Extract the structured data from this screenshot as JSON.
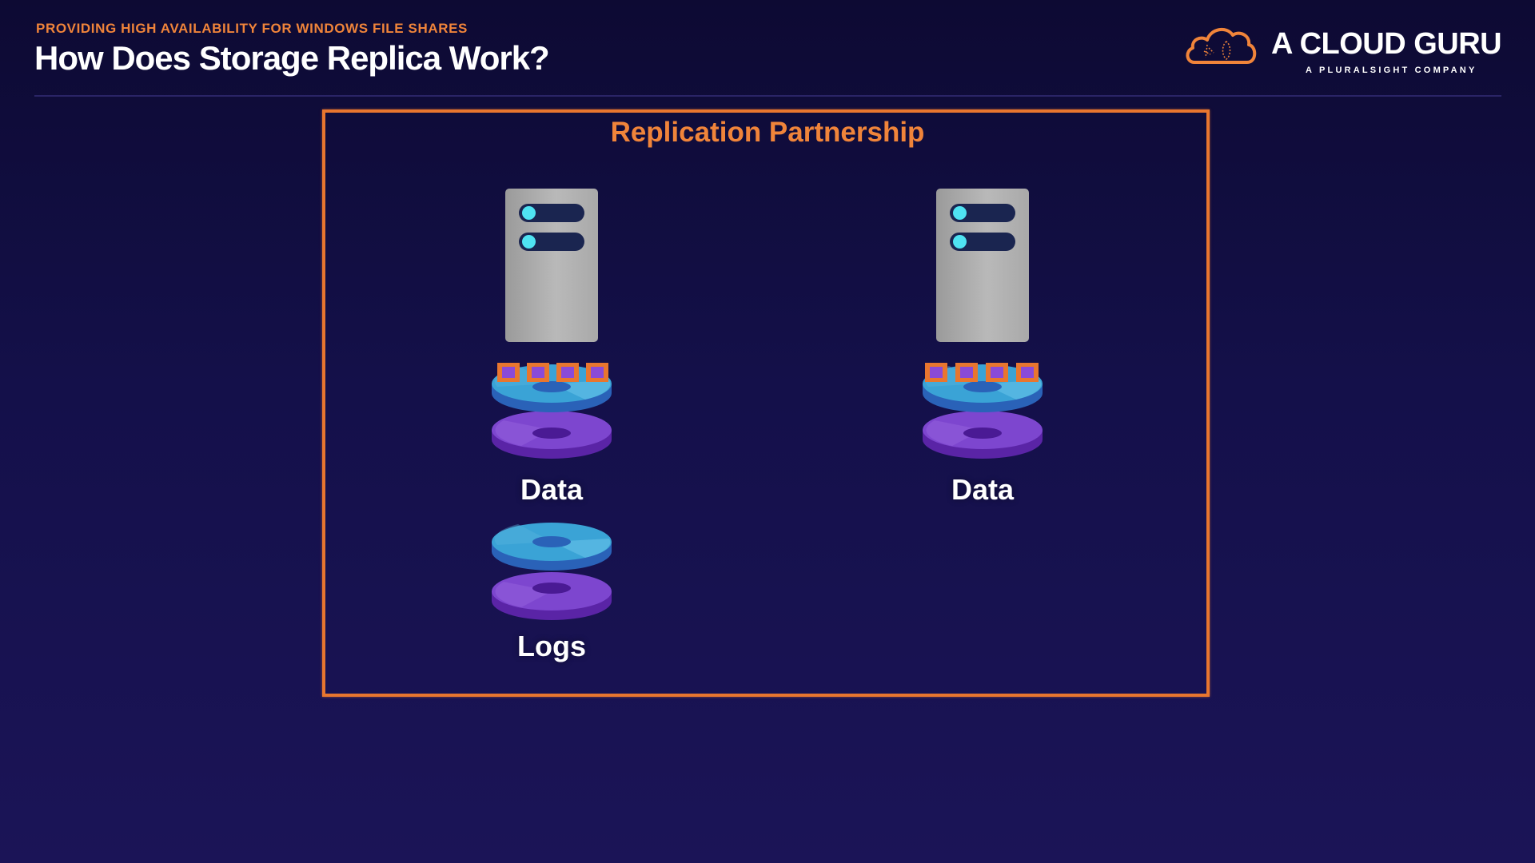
{
  "header": {
    "subtitle": "PROVIDING HIGH AVAILABILITY FOR WINDOWS FILE SHARES",
    "title": "How Does Storage Replica Work?"
  },
  "logo": {
    "name": "A CLOUD GURU",
    "tagline": "A PLURALSIGHT COMPANY"
  },
  "diagram": {
    "partnership_label": "Replication Partnership",
    "left_node": {
      "data_label": "Data",
      "logs_label": "Logs"
    },
    "right_node": {
      "data_label": "Data"
    }
  },
  "colors": {
    "accent": "#f0843a",
    "background": "#14104a",
    "disk_blue": "#3aa3d6",
    "disk_purple": "#7a3fc8",
    "led": "#4fe3f2"
  }
}
